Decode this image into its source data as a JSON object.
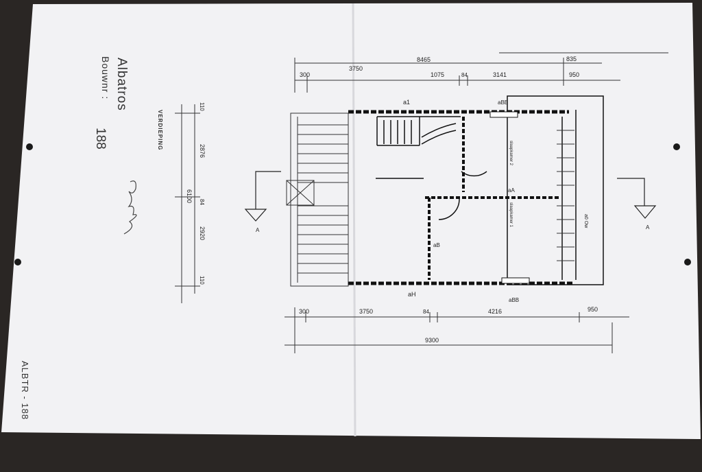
{
  "title_block": {
    "project": "Albatros",
    "bouwnr_label": "Bouwnr :",
    "bouwnr_value": "188",
    "floor": "VERDIEPING",
    "doc_code": "ALBTR - 188"
  },
  "dimensions": {
    "top_outer": "8465",
    "top_right": "835",
    "top_a": "300",
    "top_b": "3750",
    "top_c": "1075",
    "top_d": "84",
    "top_e": "3141",
    "top_f": "950",
    "bottom_a": "300",
    "bottom_b": "3750",
    "bottom_c": "84",
    "bottom_d": "4216",
    "bottom_e": "950",
    "bottom_total": "9300",
    "left_1": "110",
    "left_2": "2876",
    "left_3": "84",
    "left_4": "2920",
    "left_5": "110",
    "left_total": "6100"
  },
  "labels": {
    "wall_top": "a1",
    "wall_bottom": "aH",
    "window_top": "aBB",
    "window_bottom": "aBB",
    "wall_mid": "aA",
    "wall_vert": "aB",
    "room_1": "slaapkamer 1",
    "room_2": "slaapkamer 2",
    "section_left": "A",
    "section_right": "A",
    "right_note": "a0 Ow"
  }
}
